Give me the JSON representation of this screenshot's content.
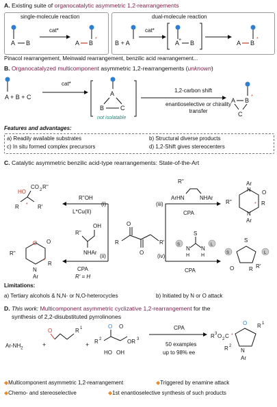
{
  "section_a": {
    "letter": "A.",
    "title_prefix": "Existing suite of ",
    "title_highlight": "organocatalytic asymmetric 1,2-rearrangements",
    "single_label": "single-molecule reaction",
    "dual_label": "dual-molecule reaction",
    "cat": "cat*",
    "footer": "Pinacol rearrangement, Meinwald rearrangement, benzilic acid rearrangement..."
  },
  "section_b": {
    "letter": "B.",
    "title_highlight": "Organocatalyzed multicomponent",
    "title_mid": " asymmetric 1,2-rearrangements (",
    "title_unknown": "unknown",
    "title_end": ")",
    "reactants": "A + B + C",
    "cat": "cat*",
    "not_isolatable": "not isolatable",
    "shift": "1,2-carbon shift",
    "condition": "enantioselective or chirality transfer",
    "features_title": "Features and advantages:",
    "features": [
      "a) Readily available substrates",
      "b) Structural diverse products",
      "c) In situ formed complex precursors",
      "d) 1,2-Shift gives stereocenters"
    ]
  },
  "section_c": {
    "letter": "C.",
    "title": "Catalytic asymmetric benzilic acid-type rearrangements: State-of-the-Art",
    "routes": {
      "i": "(i)",
      "ii": "(ii)",
      "iii": "(iii)",
      "iv": "(iv)"
    },
    "reagent_i": "R''OH",
    "cond_i": "L*Cu(II)",
    "cond_ii": "CPA",
    "cond_ii_sub": "R' = H",
    "cond_iii": "CPA",
    "cond_iv": "CPA",
    "limitations_title": "Limitations:",
    "limitations": [
      "a) Tertiary alcohols & N,N- or N,O-heterocycles",
      "b) Initiated by N or O attack"
    ]
  },
  "section_d": {
    "letter": "D.",
    "title_italic": "This work:",
    "title_highlight": "Multicomponent asymmetric cyclizative 1,2-rearrangement",
    "title_end": " for the",
    "title_line2": "synthesis of 2,2-disubstituted pyrrolinones",
    "amine": "Ar-NH",
    "cpa": "CPA",
    "examples": "50 examples",
    "ee": "up to 98% ee",
    "bullets": [
      "Multicomponent asymmetric 1,2-rearrangement",
      "Triggered by enamine attack",
      "Chemo- and stereoselective",
      "1st enantioselective synthesis of such products"
    ]
  },
  "colors": {
    "accent": "#7a1b44",
    "blue": "#2f7fd0",
    "teal": "#1f8a7a",
    "orange": "#e8892b"
  }
}
